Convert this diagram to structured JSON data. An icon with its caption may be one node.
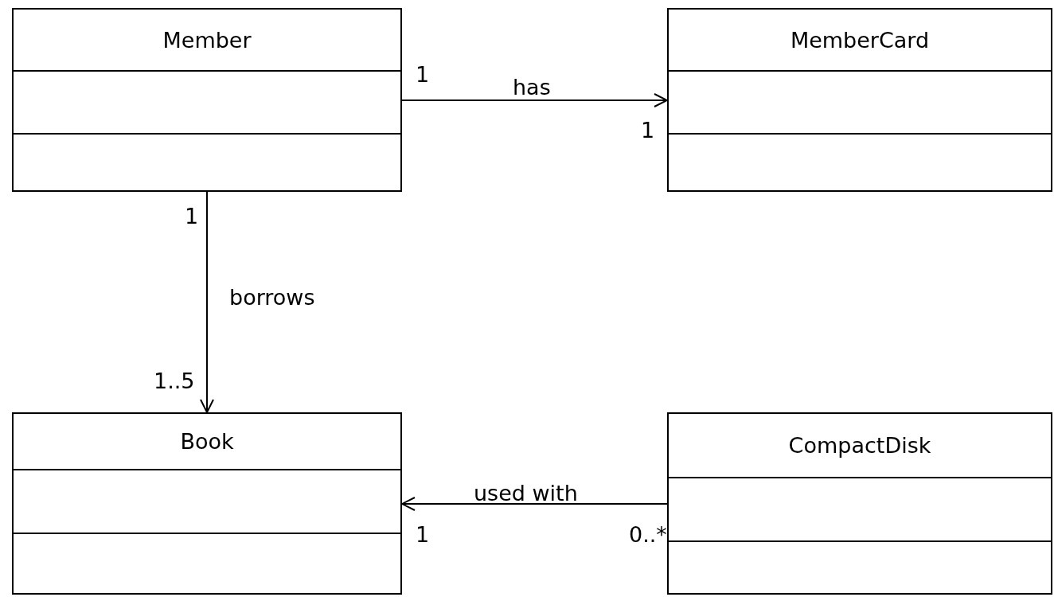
{
  "diagram": {
    "nodes": [
      {
        "text": [
          "Member"
        ]
      },
      {
        "text": [
          "MemberCard"
        ]
      },
      {
        "text": [
          "Book"
        ]
      },
      {
        "text": [
          "CompactDisk"
        ]
      }
    ],
    "edges": [
      {
        "from": 0,
        "to": 1,
        "label": "has",
        "arrow": "to"
      },
      {
        "from": 0,
        "to": 2,
        "label": "borrows",
        "arrow": "to"
      },
      {
        "from": 3,
        "to": 2,
        "label": "used with",
        "arrow": "to"
      }
    ],
    "labels": [
      "1",
      "1",
      "1",
      "1..5",
      "1",
      "0..*"
    ]
  }
}
